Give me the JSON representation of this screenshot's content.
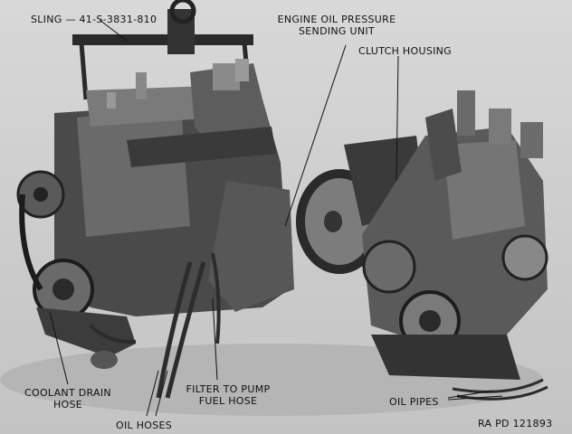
{
  "labels": {
    "sling": "SLING — 41-S-3831-810",
    "oil_pressure_line1": "ENGINE OIL PRESSURE",
    "oil_pressure_line2": "SENDING UNIT",
    "clutch_housing": "CLUTCH HOUSING",
    "coolant_line1": "COOLANT DRAIN",
    "coolant_line2": "HOSE",
    "filter_line1": "FILTER TO PUMP",
    "filter_line2": "FUEL HOSE",
    "oil_hoses": "OIL HOSES",
    "oil_pipes": "OIL PIPES",
    "ref_number": "RA PD 121893"
  }
}
